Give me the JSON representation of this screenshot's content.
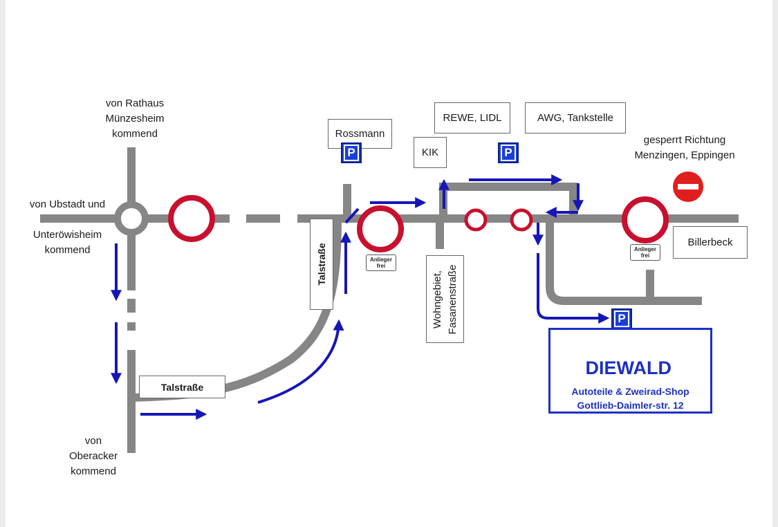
{
  "origins": {
    "rathaus": [
      "von Rathaus",
      "Münzesheim",
      "kommend"
    ],
    "ubstadt": [
      "von Ubstadt und"
    ],
    "unteroewisheim": [
      "Unteröwisheim",
      "kommend"
    ],
    "oberacker": [
      "von",
      "Oberacker",
      "kommend"
    ]
  },
  "streets": {
    "talstrasse_horizontal": "Talstraße",
    "talstrasse_vertical": "Talstraße",
    "wohngebiet": [
      "Wohngebiet,",
      "Fasanenstraße"
    ]
  },
  "destinations": {
    "rossmann": "Rossmann",
    "kik": "KIK",
    "rewe_lidl": "REWE, LIDL",
    "awg": "AWG, Tankstelle",
    "billerbeck": "Billerbeck",
    "closed": [
      "gesperrt Richtung",
      "Menzingen, Eppingen"
    ]
  },
  "signs": {
    "parking": "P",
    "anlieger": [
      "Anlieger",
      "frei"
    ]
  },
  "shop": {
    "name": "DIEWALD",
    "tagline": "Autoteile & Zweirad-Shop",
    "address": "Gottlieb-Daimler-str. 12"
  },
  "colors": {
    "road": "#868686",
    "arrow": "#1616b8",
    "prohibition_ring": "#c8102e",
    "parking_sign": "#1a3fd6",
    "shop_accent": "#1d2fc4"
  }
}
